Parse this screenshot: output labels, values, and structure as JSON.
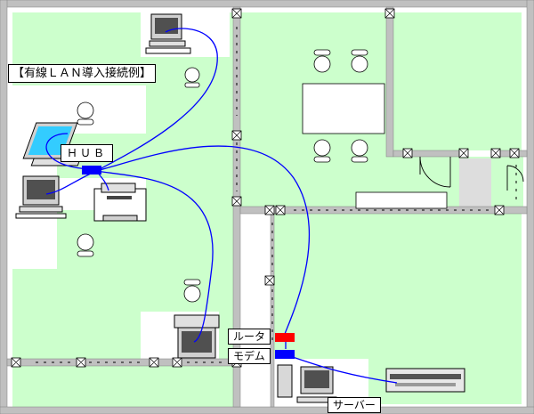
{
  "labels": {
    "title": "【有線ＬＡＮ導入接続例】",
    "hub": "ＨＵＢ",
    "router": "ルータ",
    "modem": "モデム",
    "server": "サーバー"
  },
  "colors": {
    "room_floor": "#ccffcc",
    "wall": "#c0c0c0",
    "cable": "#0000ff",
    "hub": "#0000ff",
    "router": "#ff0000",
    "modem": "#0000ff"
  }
}
